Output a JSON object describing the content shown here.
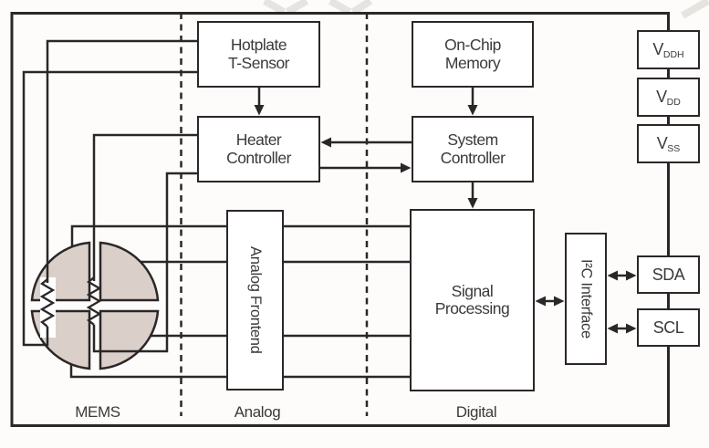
{
  "diagram": {
    "blocks": {
      "hotplate": {
        "line1": "Hotplate",
        "line2": "T-Sensor"
      },
      "heater": {
        "line1": "Heater",
        "line2": "Controller"
      },
      "memory": {
        "line1": "On-Chip",
        "line2": "Memory"
      },
      "system": {
        "line1": "System",
        "line2": "Controller"
      },
      "afe": {
        "label": "Analog Frontend"
      },
      "signal": {
        "line1": "Signal",
        "line2": "Processing"
      },
      "i2c": {
        "label": "I²C Interface"
      }
    },
    "pins": {
      "vddh": {
        "prefix": "V",
        "sub": "DDH"
      },
      "vdd": {
        "prefix": "V",
        "sub": "DD"
      },
      "vss": {
        "prefix": "V",
        "sub": "SS"
      },
      "sda": {
        "label": "SDA"
      },
      "scl": {
        "label": "SCL"
      }
    },
    "sections": {
      "mems": "MEMS",
      "analog": "Analog",
      "digital": "Digital"
    },
    "colors": {
      "line": "#2b2728",
      "mems_fill": "#dad0c9",
      "paper": "#fdfcfa",
      "watermark": "#d2cfcc",
      "text": "#3d393a"
    }
  }
}
